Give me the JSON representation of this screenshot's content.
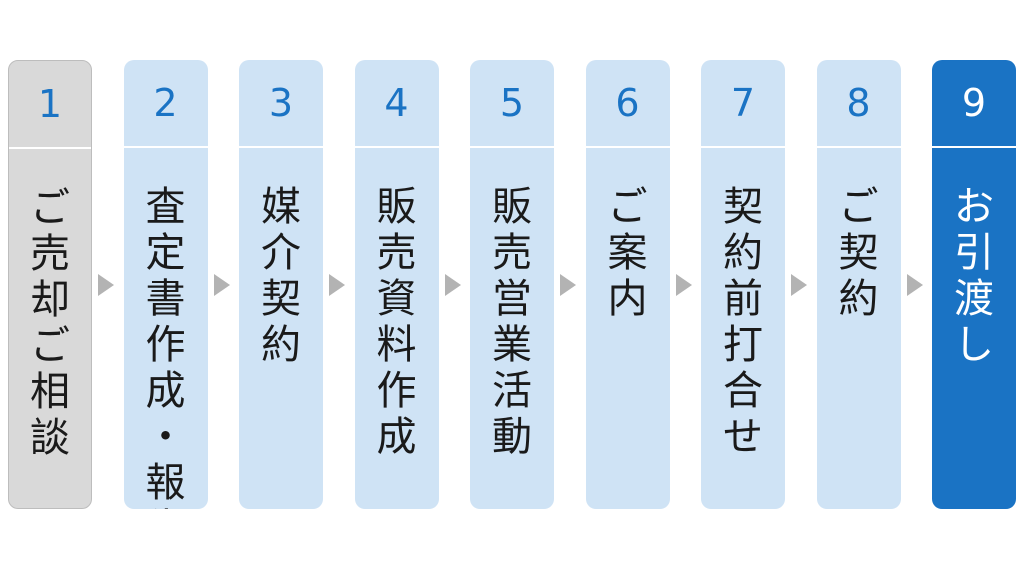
{
  "steps": [
    {
      "number": "1",
      "label": "ご売却ご相談",
      "style": "gray"
    },
    {
      "number": "2",
      "label": "査定書作成・報告",
      "style": "light"
    },
    {
      "number": "3",
      "label": "媒介契約",
      "style": "light"
    },
    {
      "number": "4",
      "label": "販売資料作成",
      "style": "light"
    },
    {
      "number": "5",
      "label": "販売営業活動",
      "style": "light"
    },
    {
      "number": "6",
      "label": "ご案内",
      "style": "light"
    },
    {
      "number": "7",
      "label": "契約前打合せ",
      "style": "light"
    },
    {
      "number": "8",
      "label": "ご契約",
      "style": "light"
    },
    {
      "number": "9",
      "label": "お引渡し",
      "style": "dark"
    }
  ],
  "colors": {
    "gray_box": "#d9d9d9",
    "light_box": "#cfe3f5",
    "dark_box": "#1a73c4",
    "number_blue": "#1a73c4",
    "arrow": "#b3b3b3"
  }
}
